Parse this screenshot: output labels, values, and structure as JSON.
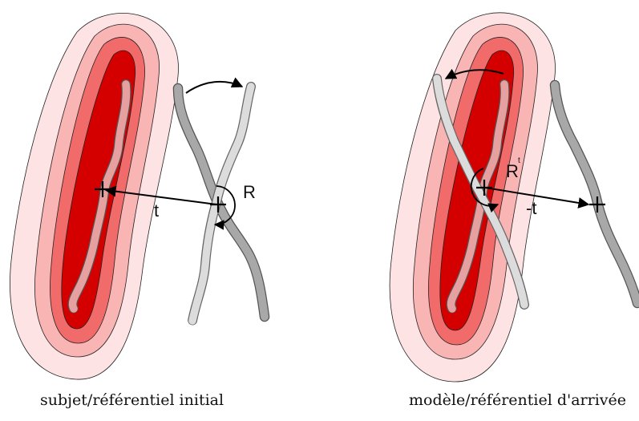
{
  "left_panel": {
    "caption": "subjet/référentiel initial",
    "translation_label": "t",
    "rotation_label": "R"
  },
  "right_panel": {
    "caption": "modèle/référentiel d'arrivée",
    "translation_label": "-t",
    "rotation_label": "R",
    "rotation_superscript": "t"
  },
  "colors": {
    "level1": "#fde3e3",
    "level2": "#f9b4b4",
    "level3": "#f26b6b",
    "level4": "#d40000",
    "curve_solid": "#a8a8a8",
    "curve_dotted": "#dcdcdc"
  }
}
